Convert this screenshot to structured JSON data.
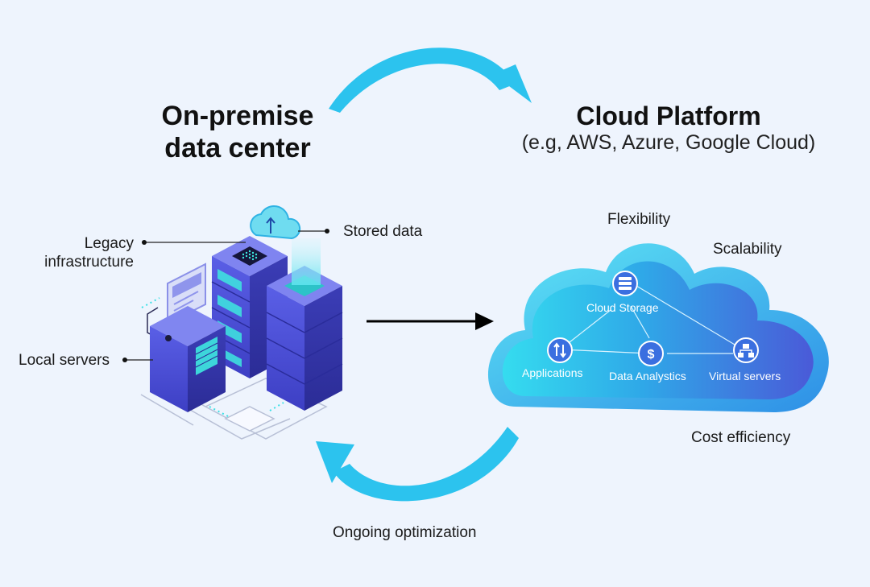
{
  "left_title_line1": "On-premise",
  "left_title_line2": "data center",
  "right_title": "Cloud Platform",
  "right_subtitle": "(e.g, AWS, Azure, Google Cloud)",
  "labels": {
    "legacy_line1": "Legacy",
    "legacy_line2": "infrastructure",
    "stored_data": "Stored data",
    "local_servers": "Local servers",
    "flexibility": "Flexibility",
    "scalability": "Scalability",
    "cost_efficiency": "Cost efficiency",
    "ongoing_optimization": "Ongoing optimization"
  },
  "cloud_nodes": {
    "cloud_storage": "Cloud Storage",
    "applications": "Applications",
    "data_analytics": "Data Analystics",
    "virtual_servers": "Virtual servers"
  },
  "colors": {
    "arrow_cyan": "#2cc3ee",
    "server_purple": "#4b4fd6",
    "cloud_blue": "#3a6fe0",
    "cloud_cyan": "#32d2ec"
  },
  "icons": [
    "upload-cloud-icon",
    "database-icon",
    "transfer-arrows-icon",
    "dollar-icon",
    "network-hierarchy-icon"
  ]
}
